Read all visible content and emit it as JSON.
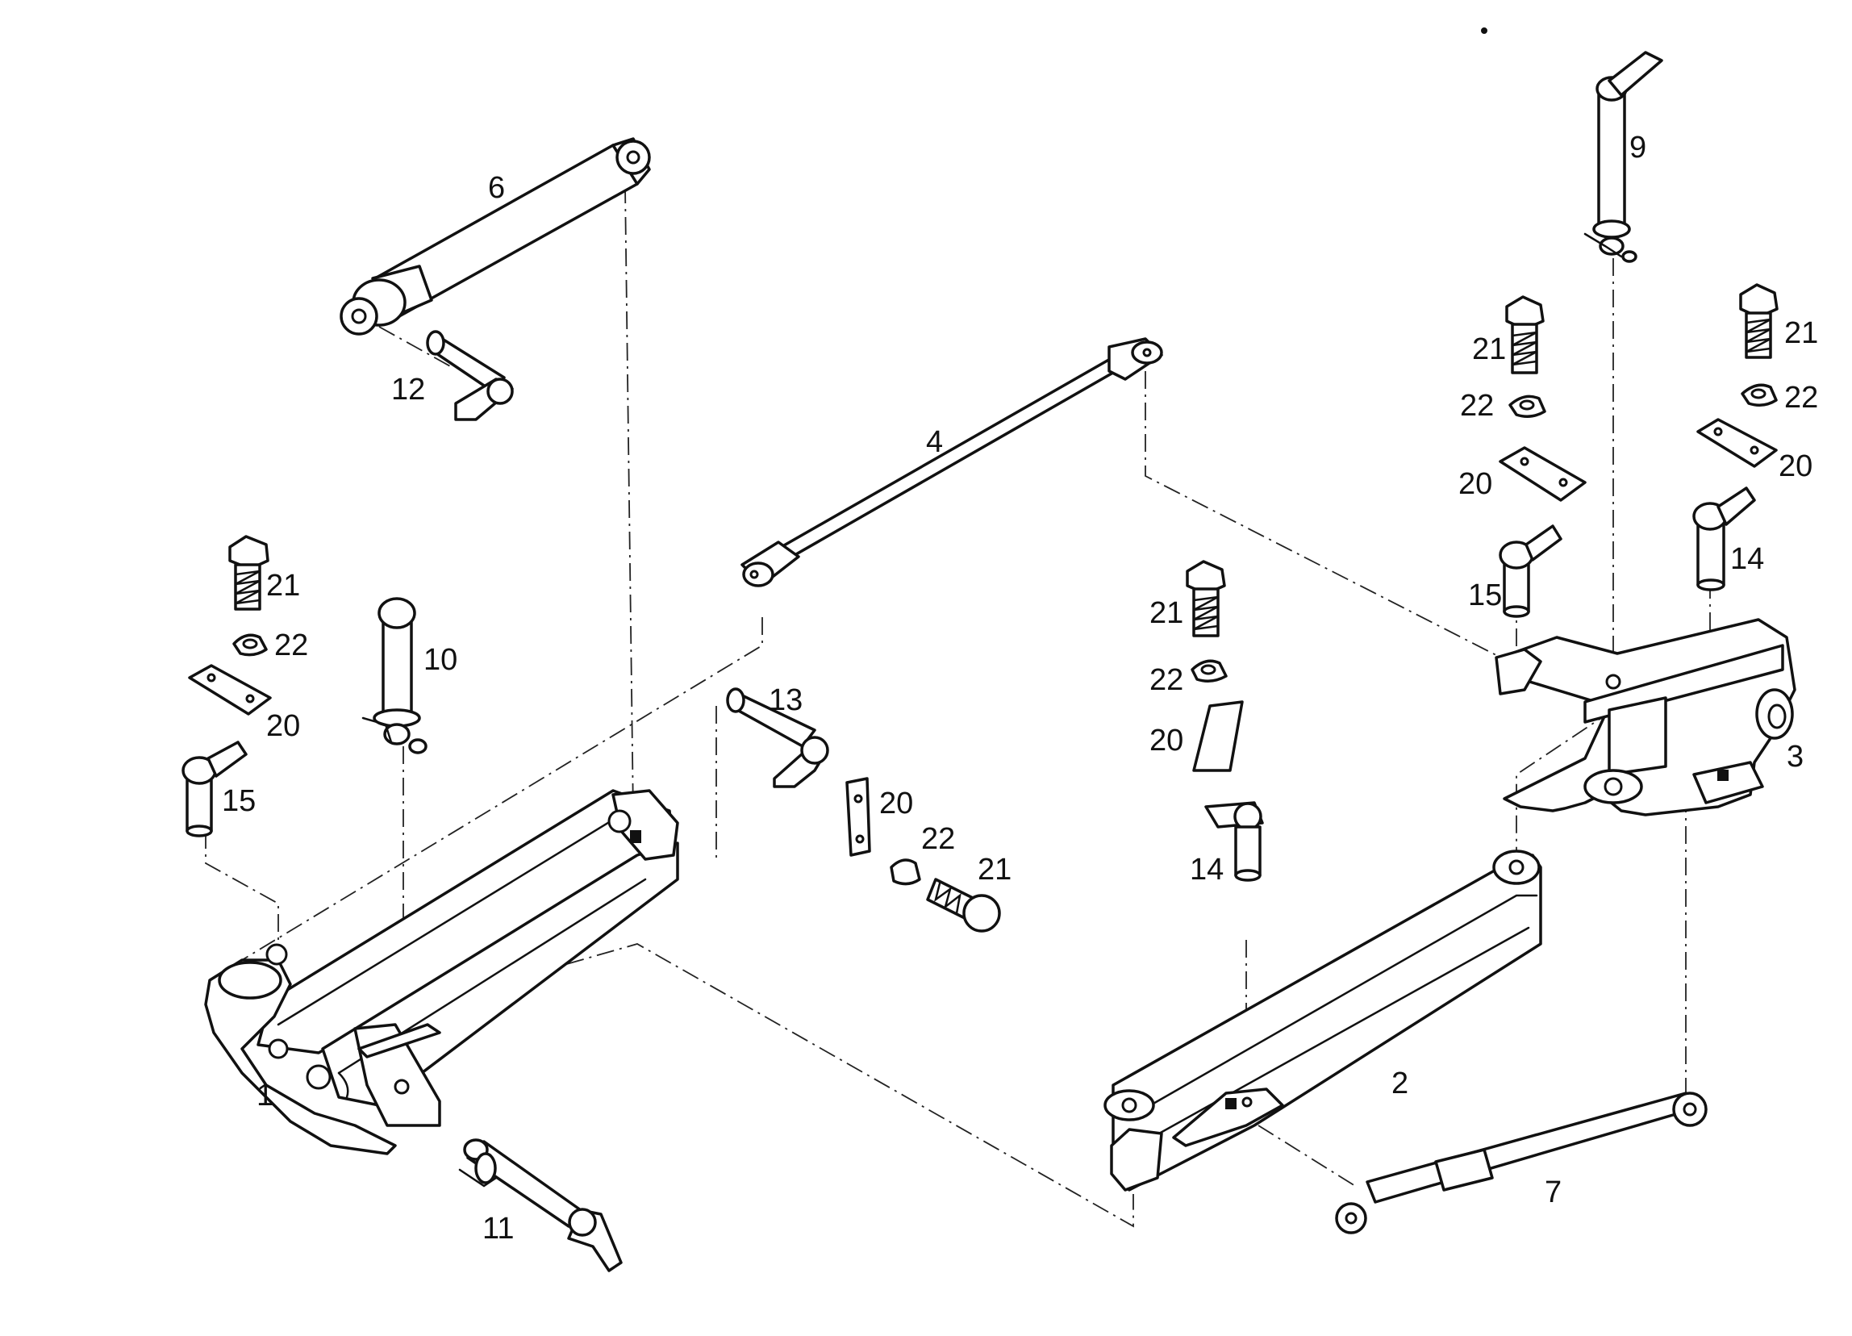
{
  "labels": {
    "p1": "1",
    "p2": "2",
    "p3": "3",
    "p4": "4",
    "p6": "6",
    "p7": "7",
    "p9": "9",
    "p10": "10",
    "p11": "11",
    "p12": "12",
    "p13": "13",
    "p14a": "14",
    "p14b": "14",
    "p15a": "15",
    "p15b": "15",
    "p20a": "20",
    "p20b": "20",
    "p20c": "20",
    "p20d": "20",
    "p20e": "20",
    "p21a": "21",
    "p21b": "21",
    "p21c": "21",
    "p21d": "21",
    "p21e": "21",
    "p22a": "22",
    "p22b": "22",
    "p22c": "22",
    "p22d": "22",
    "p22e": "22"
  },
  "colors": {
    "ink": "#111111",
    "paper": "#ffffff"
  }
}
